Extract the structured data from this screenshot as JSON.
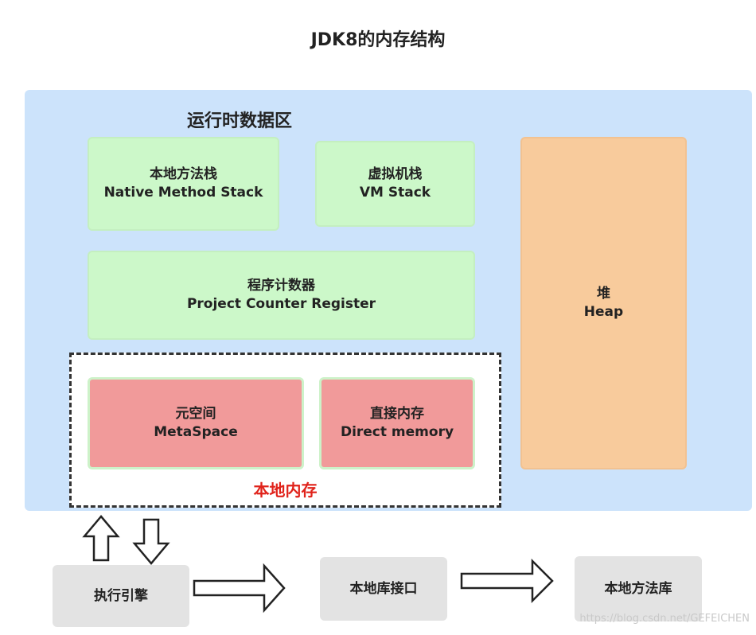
{
  "title": "JDK8的内存结构",
  "runtime_area": {
    "label": "运行时数据区"
  },
  "native_method_stack": {
    "cn": "本地方法栈",
    "en": "Native Method Stack"
  },
  "vm_stack": {
    "cn": "虚拟机栈",
    "en": "VM Stack"
  },
  "program_counter": {
    "cn": "程序计数器",
    "en": "Project Counter Register"
  },
  "heap": {
    "cn": "堆",
    "en": "Heap"
  },
  "native_memory": {
    "label": "本地内存",
    "metaspace": {
      "cn": "元空间",
      "en": "MetaSpace"
    },
    "direct_memory": {
      "cn": "直接内存",
      "en": "Direct memory"
    }
  },
  "execution_engine": "执行引擎",
  "native_interface": "本地库接口",
  "native_library": "本地方法库",
  "watermark": "https://blog.csdn.net/GEFEICHEN",
  "colors": {
    "runtime_bg": "#cce3fb",
    "green": "#ccf8c9",
    "heap": "#f8cb9c",
    "red": "#f19a9a",
    "gray": "#e3e3e3",
    "native_label": "#e0221a"
  }
}
